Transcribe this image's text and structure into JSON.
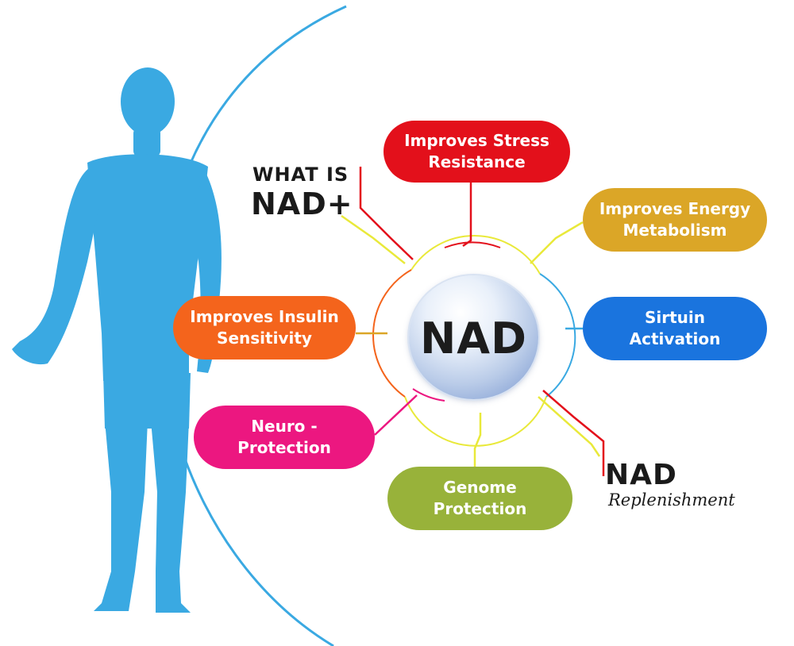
{
  "title": {
    "what_is": "WHAT IS",
    "nad_plus": "NAD+"
  },
  "center": {
    "label": "NAD"
  },
  "benefits": {
    "stress": {
      "line1": "Improves Stress",
      "line2": "Resistance"
    },
    "energy": {
      "line1": "Improves Energy",
      "line2": "Metabolism"
    },
    "sirtuin": {
      "line1": "Sirtuin",
      "line2": "Activation"
    },
    "insulin": {
      "line1": "Improves Insulin",
      "line2": "Sensitivity"
    },
    "neuro": {
      "line1": "Neuro -",
      "line2": "Protection"
    },
    "genome": {
      "line1": "Genome",
      "line2": "Protection"
    }
  },
  "replenishment": {
    "big": "NAD",
    "small": "Replenishment"
  },
  "colors": {
    "stress": "#e3101b",
    "energy": "#dba627",
    "sirtuin": "#1a74de",
    "insulin": "#f4641c",
    "neuro": "#ec1780",
    "genome": "#98b23a",
    "human": "#3aa9e2",
    "arc": "#3aa9e2",
    "connector_red": "#e3101b",
    "connector_yellow": "#e9e93a"
  },
  "icons": {
    "figure": "human-silhouette-icon",
    "orb": "sphere-icon"
  }
}
